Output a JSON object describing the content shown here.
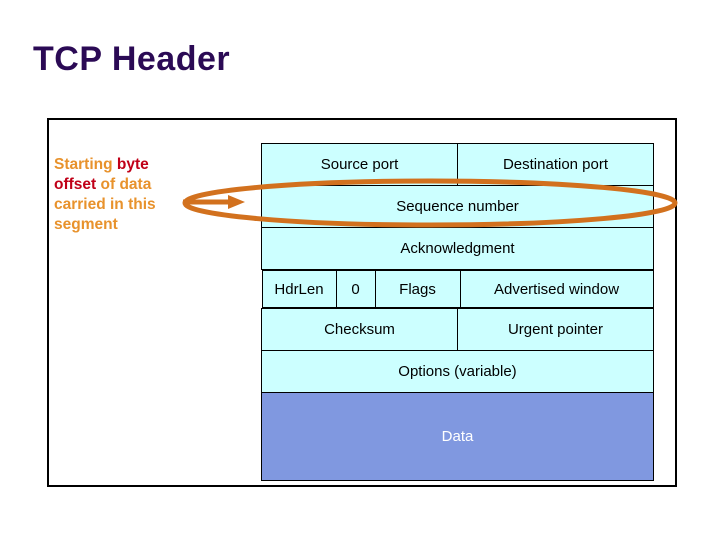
{
  "slide": {
    "title": "TCP Header",
    "title_color": "#2b0a55"
  },
  "annotation": {
    "line1_part1": "Starting ",
    "line1_emph": "byte",
    "line2_emph": "offset",
    "line2_part2": " of data",
    "line3": "carried in this",
    "line4": "segment",
    "text_color": "#e8922c",
    "emphasis_color": "#c00018",
    "pointer_icon": "arrow-right-icon",
    "highlight_icon": "ellipse-highlight-icon",
    "highlight_color": "#d2711e"
  },
  "header_diagram": {
    "cell_background": "#ccffff",
    "data_background": "#8098e0",
    "rows": [
      {
        "name": "ports",
        "cells": [
          {
            "label": "Source port",
            "color": "orange"
          },
          {
            "label": "Destination port",
            "color": "orange"
          }
        ]
      },
      {
        "name": "sequence",
        "cells": [
          {
            "label": "Sequence number",
            "color": "black"
          }
        ]
      },
      {
        "name": "acknowledgment",
        "cells": [
          {
            "label": "Acknowledgment",
            "color": "black"
          }
        ]
      },
      {
        "name": "flags",
        "cells": [
          {
            "label": "HdrLen",
            "color": "black"
          },
          {
            "label": "0",
            "color": "black"
          },
          {
            "label": "Flags",
            "color": "black"
          },
          {
            "label": "Advertised window",
            "color": "black"
          }
        ]
      },
      {
        "name": "checksum",
        "cells": [
          {
            "label": "Checksum",
            "color": "orange"
          },
          {
            "label": "Urgent pointer",
            "color": "black"
          }
        ]
      },
      {
        "name": "options",
        "cells": [
          {
            "label": "Options (variable)",
            "color": "black"
          }
        ]
      },
      {
        "name": "data",
        "cells": [
          {
            "label": "Data",
            "color": "white"
          }
        ]
      }
    ]
  }
}
